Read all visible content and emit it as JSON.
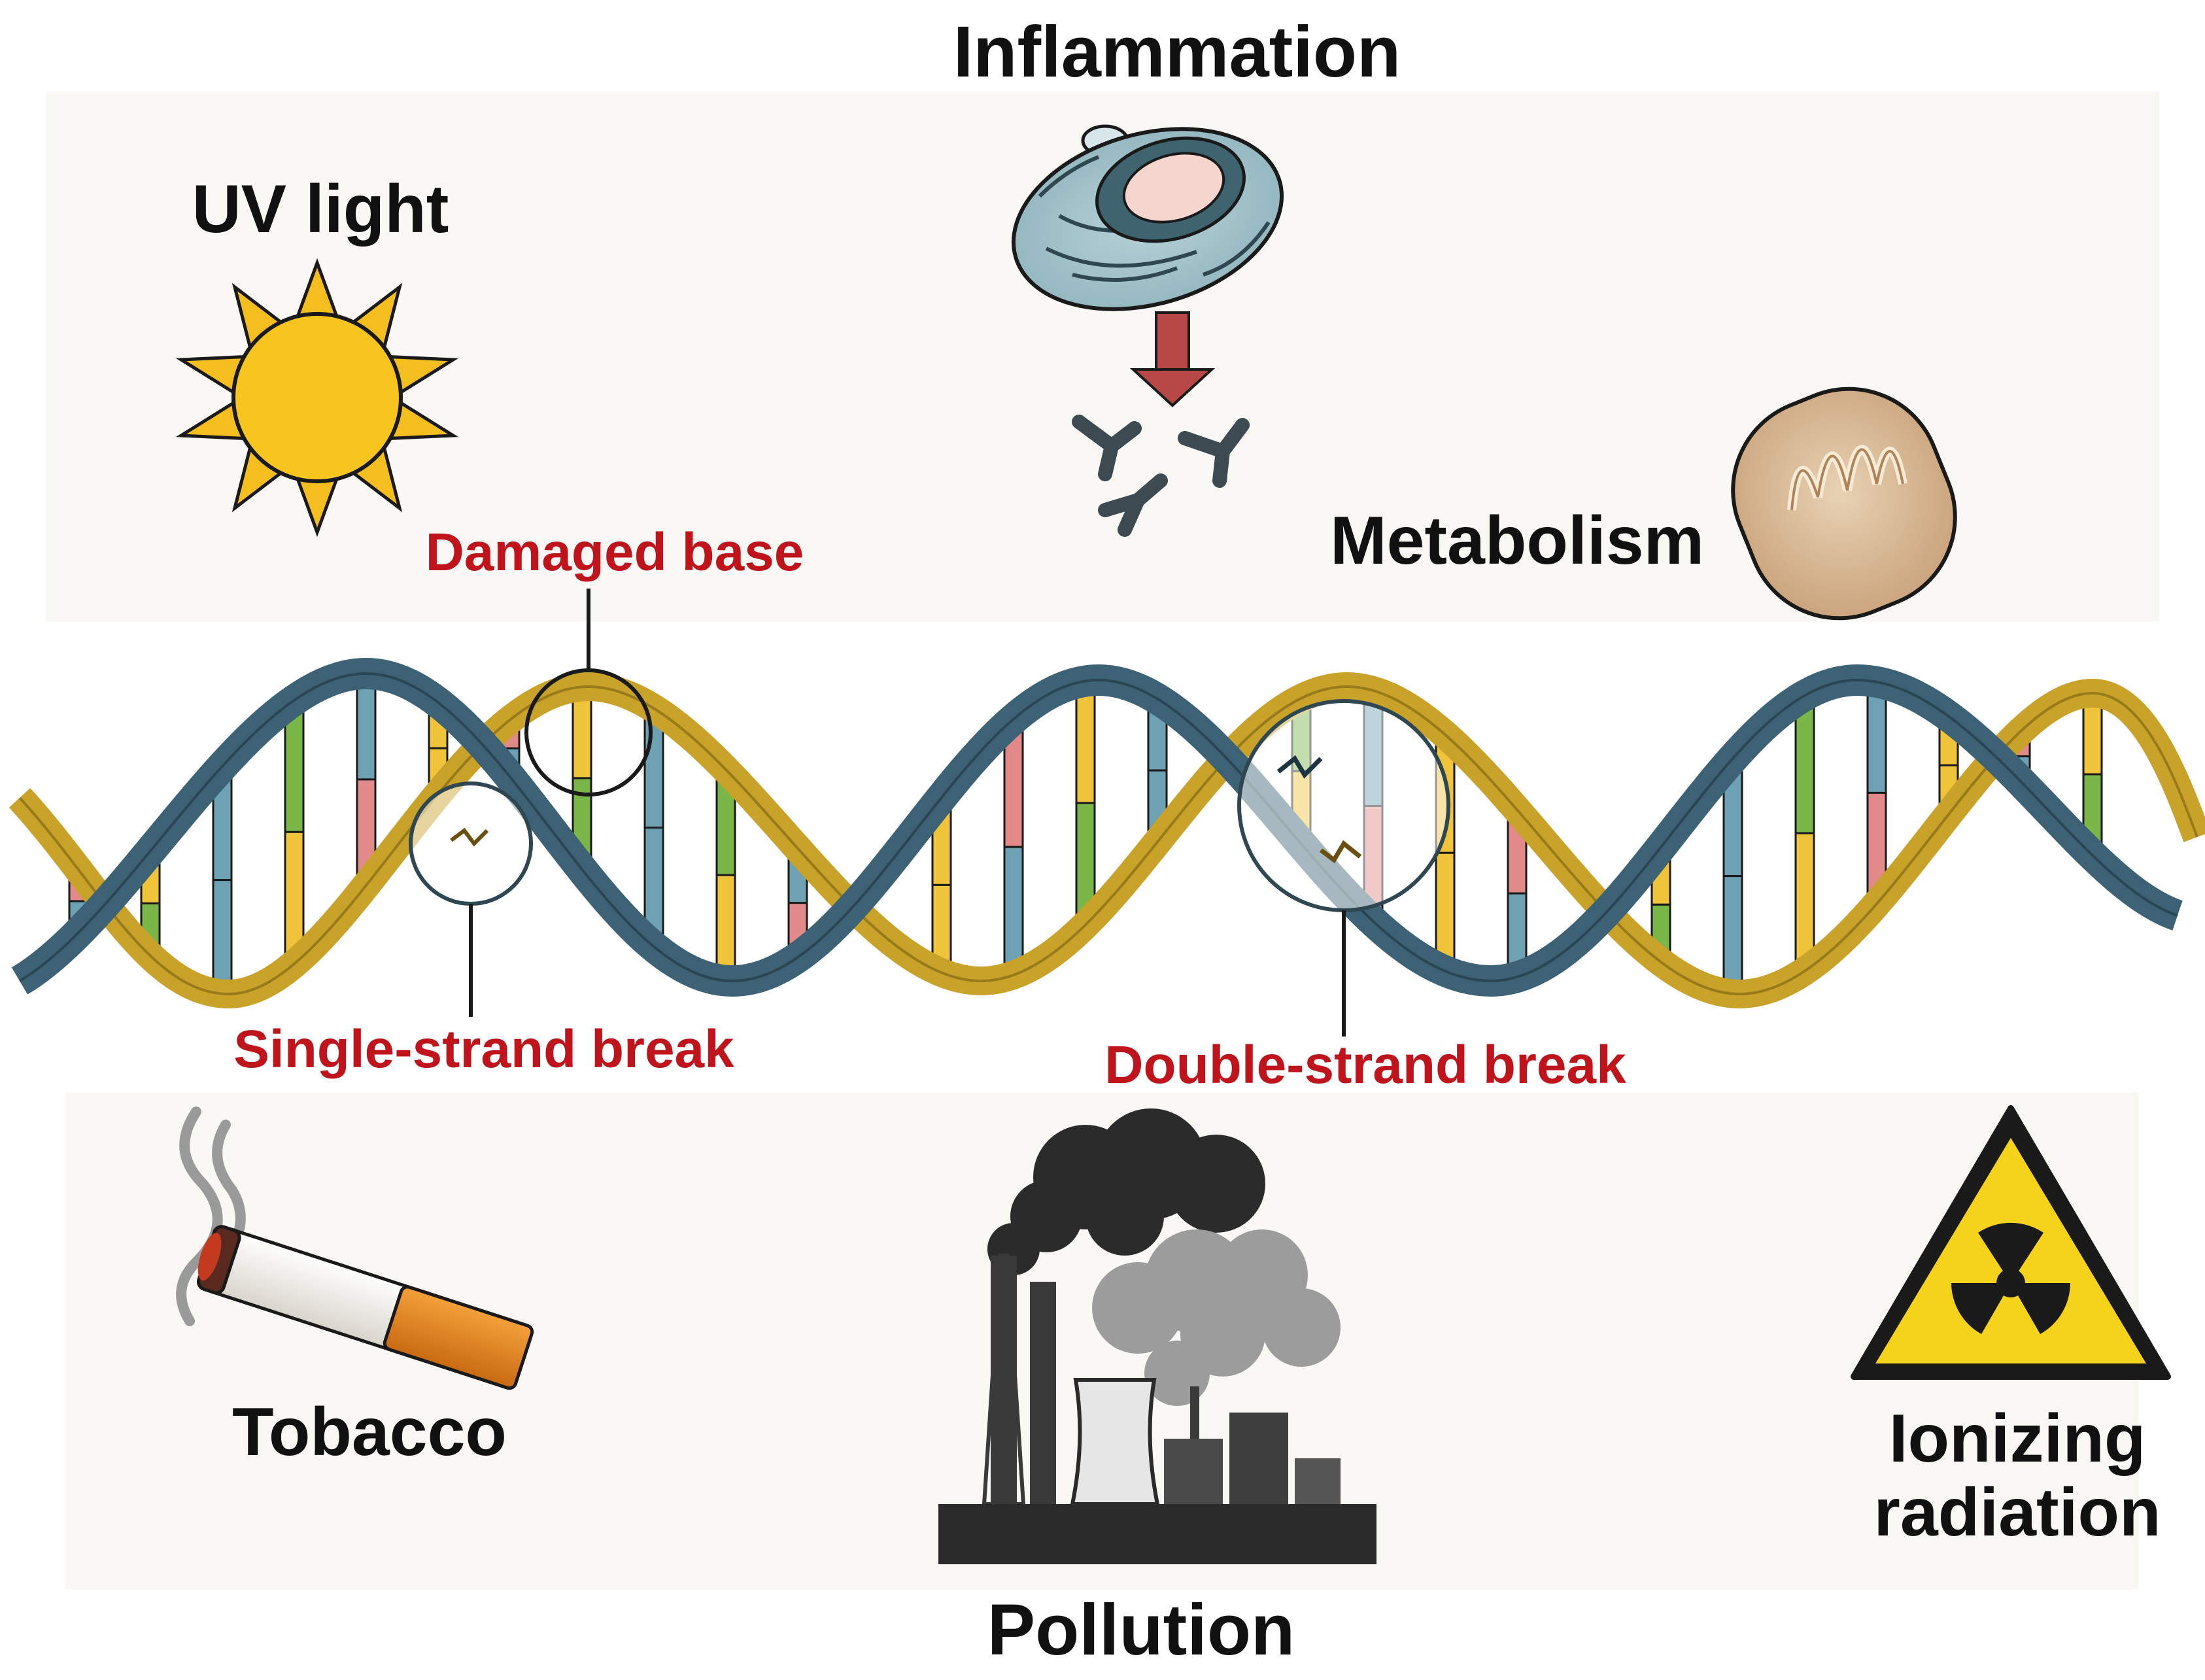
{
  "factors": {
    "uv": "UV light",
    "inflammation": "Inflammation",
    "metabolism": "Metabolism",
    "tobacco": "Tobacco",
    "pollution": "Pollution",
    "ionizing_line1": "Ionizing",
    "ionizing_line2": "radiation"
  },
  "damage": {
    "damaged_base": "Damaged base",
    "single_strand": "Single-strand break",
    "double_strand": "Double-strand break"
  },
  "colors": {
    "label_red": "#c0141c",
    "strand_blue": "#3e6275",
    "strand_gold": "#c9a22a",
    "sun_yellow": "#f4bf1e",
    "hazard_yellow": "#f5d31a"
  },
  "icons": [
    "sun-icon",
    "immune-cell-icon",
    "antibody-icon",
    "mitochondrion-icon",
    "cigarette-icon",
    "factory-icon",
    "radiation-hazard-icon"
  ]
}
